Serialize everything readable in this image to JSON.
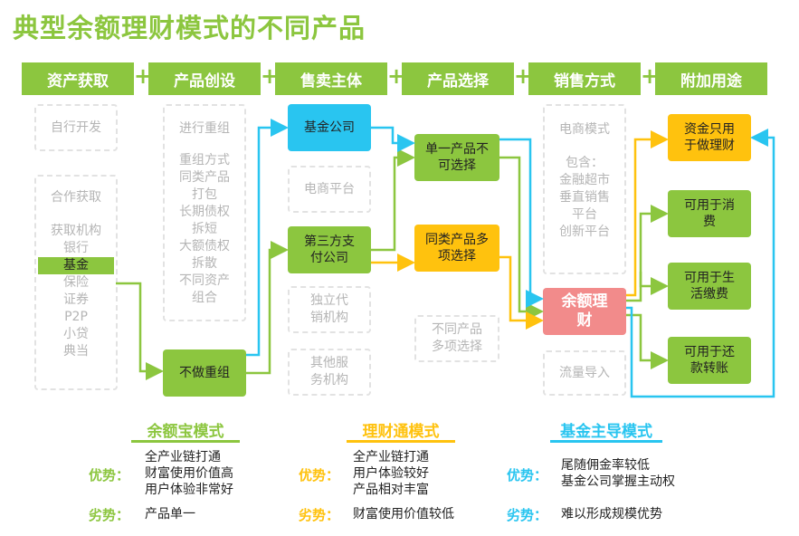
{
  "title": "典型余额理财模式的不同产品",
  "headers": [
    "资产获取",
    "产品创设",
    "售卖主体",
    "产品选择",
    "销售方式",
    "附加用途"
  ],
  "plus": "+",
  "col1": {
    "self_dev": "自行开发",
    "coop": "合作获取",
    "org": "获取机构",
    "bank": "银行",
    "fund": "基金",
    "insurance": "保险",
    "securities": "证券",
    "p2p": "P2P",
    "microloan": "小贷",
    "pawn": "典当"
  },
  "col2": {
    "reorg": "进行重组",
    "methods": [
      "重组方式",
      "同类产品",
      "打包",
      "长期债权",
      "拆短",
      "大额债权",
      "拆散",
      "不同资产",
      "组合"
    ],
    "no_reorg": "不做重组"
  },
  "col3": {
    "fund_company": "基金公司",
    "ecommerce": "电商平台",
    "third_party": "第三方支付公司",
    "independent": "独立代销机构",
    "other": "其他服务机构"
  },
  "col4": {
    "single": "单一产品不可选择",
    "multi_same": "同类产品多项选择",
    "multi_diff": "不同产品多项选择"
  },
  "col5": {
    "ecommerce_mode": "电商模式",
    "include": "包含：",
    "finance_market": "金融超市",
    "vertical": "垂直销售平台",
    "innovative": "创新平台",
    "center": "余额理财",
    "traffic": "流量导入"
  },
  "col6": {
    "only_finance": "资金只用于做理财",
    "consume": "可用于消费",
    "bills": "可用于生活缴费",
    "repay": "可用于还款转账"
  },
  "modes": [
    {
      "name": "余额宝模式",
      "adv_label": "优势：",
      "adv": [
        "全产业链打通",
        "财富使用价值高",
        "用户体验非常好"
      ],
      "dis_label": "劣势：",
      "dis": "产品单一"
    },
    {
      "name": "理财通模式",
      "adv_label": "优势：",
      "adv": [
        "全产业链打通",
        "用户体验较好",
        "产品相对丰富"
      ],
      "dis_label": "劣势：",
      "dis": "财富使用价值较低"
    },
    {
      "name": "基金主导模式",
      "adv_label": "优势：",
      "adv": [
        "尾随佣金率较低",
        "基金公司掌握主动权"
      ],
      "dis_label": "劣势：",
      "dis": "难以形成规模优势"
    }
  ],
  "colors": {
    "green": "#8cc63f",
    "yellow": "#ffc20e",
    "blue": "#29c5f0",
    "red": "#f28b8b"
  }
}
